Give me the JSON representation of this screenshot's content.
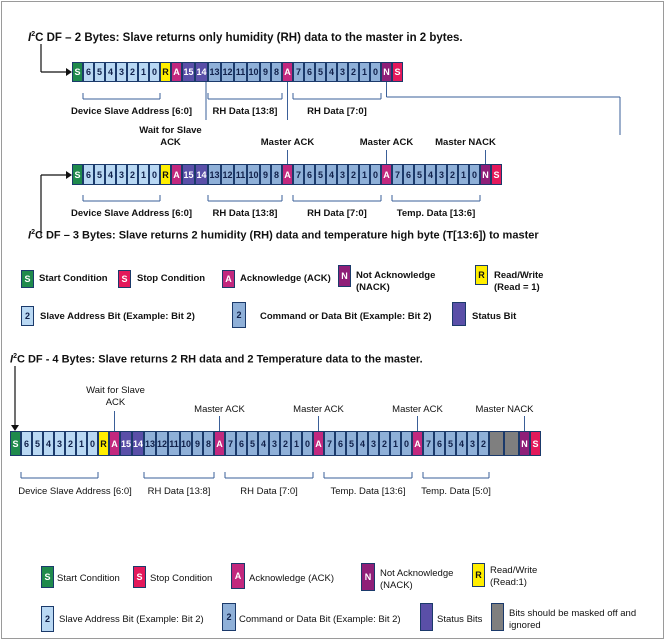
{
  "colors": {
    "start": "#1f8a4c",
    "stop": "#e3195b",
    "ack": "#c2287e",
    "nack": "#8f1f78",
    "rw": "#ffee00",
    "addr": "#b9d8f3",
    "data": "#8fb0d8",
    "status": "#5a4fa8",
    "masked": "#7f7f7f",
    "line": "#3a5f98"
  },
  "titles": {
    "t2": {
      "prefix": "I",
      "sup": "2",
      "rest": "C DF – 2 Bytes: Slave returns only humidity (RH) data to the master in 2 bytes."
    },
    "t3": {
      "prefix": "I",
      "sup": "2",
      "rest": "C DF – 3 Bytes:  Slave returns 2 humidity (RH) data and temperature high byte (T[13:6]) to master"
    },
    "t4": {
      "prefix": "I",
      "sup": "2",
      "rest": "C DF - 4 Bytes: Slave returns  2 RH data and 2 Temperature data to the master."
    }
  },
  "frames": {
    "f2": {
      "cells": [
        {
          "t": "S",
          "k": "start"
        },
        {
          "t": "6",
          "k": "addr"
        },
        {
          "t": "5",
          "k": "addr"
        },
        {
          "t": "4",
          "k": "addr"
        },
        {
          "t": "3",
          "k": "addr"
        },
        {
          "t": "2",
          "k": "addr"
        },
        {
          "t": "1",
          "k": "addr"
        },
        {
          "t": "0",
          "k": "addr"
        },
        {
          "t": "R",
          "k": "rw"
        },
        {
          "t": "A",
          "k": "ack"
        },
        {
          "t": "15",
          "k": "status"
        },
        {
          "t": "14",
          "k": "status"
        },
        {
          "t": "13",
          "k": "data"
        },
        {
          "t": "12",
          "k": "data"
        },
        {
          "t": "11",
          "k": "data"
        },
        {
          "t": "10",
          "k": "data"
        },
        {
          "t": "9",
          "k": "data"
        },
        {
          "t": "8",
          "k": "data"
        },
        {
          "t": "A",
          "k": "ack"
        },
        {
          "t": "7",
          "k": "data"
        },
        {
          "t": "6",
          "k": "data"
        },
        {
          "t": "5",
          "k": "data"
        },
        {
          "t": "4",
          "k": "data"
        },
        {
          "t": "3",
          "k": "data"
        },
        {
          "t": "2",
          "k": "data"
        },
        {
          "t": "1",
          "k": "data"
        },
        {
          "t": "0",
          "k": "data"
        },
        {
          "t": "N",
          "k": "nack"
        },
        {
          "t": "S",
          "k": "stop"
        }
      ],
      "labels": [
        "Device Slave Address [6:0]",
        "RH Data [13:8]",
        "RH Data [7:0]"
      ]
    },
    "f3": {
      "cells": [
        {
          "t": "S",
          "k": "start"
        },
        {
          "t": "6",
          "k": "addr"
        },
        {
          "t": "5",
          "k": "addr"
        },
        {
          "t": "4",
          "k": "addr"
        },
        {
          "t": "3",
          "k": "addr"
        },
        {
          "t": "2",
          "k": "addr"
        },
        {
          "t": "1",
          "k": "addr"
        },
        {
          "t": "0",
          "k": "addr"
        },
        {
          "t": "R",
          "k": "rw"
        },
        {
          "t": "A",
          "k": "ack"
        },
        {
          "t": "15",
          "k": "status"
        },
        {
          "t": "14",
          "k": "status"
        },
        {
          "t": "13",
          "k": "data"
        },
        {
          "t": "12",
          "k": "data"
        },
        {
          "t": "11",
          "k": "data"
        },
        {
          "t": "10",
          "k": "data"
        },
        {
          "t": "9",
          "k": "data"
        },
        {
          "t": "8",
          "k": "data"
        },
        {
          "t": "A",
          "k": "ack"
        },
        {
          "t": "7",
          "k": "data"
        },
        {
          "t": "6",
          "k": "data"
        },
        {
          "t": "5",
          "k": "data"
        },
        {
          "t": "4",
          "k": "data"
        },
        {
          "t": "3",
          "k": "data"
        },
        {
          "t": "2",
          "k": "data"
        },
        {
          "t": "1",
          "k": "data"
        },
        {
          "t": "0",
          "k": "data"
        },
        {
          "t": "A",
          "k": "ack"
        },
        {
          "t": "7",
          "k": "data"
        },
        {
          "t": "6",
          "k": "data"
        },
        {
          "t": "5",
          "k": "data"
        },
        {
          "t": "4",
          "k": "data"
        },
        {
          "t": "3",
          "k": "data"
        },
        {
          "t": "2",
          "k": "data"
        },
        {
          "t": "1",
          "k": "data"
        },
        {
          "t": "0",
          "k": "data"
        },
        {
          "t": "N",
          "k": "nack"
        },
        {
          "t": "S",
          "k": "stop"
        }
      ],
      "top_labels": [
        "Wait for Slave ACK",
        "Master ACK",
        "Master ACK",
        "Master NACK"
      ],
      "labels": [
        "Device Slave Address [6:0]",
        "RH Data [13:8]",
        "RH Data [7:0]",
        "Temp. Data [13:6]"
      ]
    },
    "f4": {
      "cells": [
        {
          "t": "S",
          "k": "start"
        },
        {
          "t": "6",
          "k": "addr"
        },
        {
          "t": "5",
          "k": "addr"
        },
        {
          "t": "4",
          "k": "addr"
        },
        {
          "t": "3",
          "k": "addr"
        },
        {
          "t": "2",
          "k": "addr"
        },
        {
          "t": "1",
          "k": "addr"
        },
        {
          "t": "0",
          "k": "addr"
        },
        {
          "t": "R",
          "k": "rw"
        },
        {
          "t": "A",
          "k": "ack"
        },
        {
          "t": "15",
          "k": "status"
        },
        {
          "t": "14",
          "k": "status"
        },
        {
          "t": "13",
          "k": "data"
        },
        {
          "t": "12",
          "k": "data"
        },
        {
          "t": "11",
          "k": "data"
        },
        {
          "t": "10",
          "k": "data"
        },
        {
          "t": "9",
          "k": "data"
        },
        {
          "t": "8",
          "k": "data"
        },
        {
          "t": "A",
          "k": "ack"
        },
        {
          "t": "7",
          "k": "data"
        },
        {
          "t": "6",
          "k": "data"
        },
        {
          "t": "5",
          "k": "data"
        },
        {
          "t": "4",
          "k": "data"
        },
        {
          "t": "3",
          "k": "data"
        },
        {
          "t": "2",
          "k": "data"
        },
        {
          "t": "1",
          "k": "data"
        },
        {
          "t": "0",
          "k": "data"
        },
        {
          "t": "A",
          "k": "ack"
        },
        {
          "t": "7",
          "k": "data"
        },
        {
          "t": "6",
          "k": "data"
        },
        {
          "t": "5",
          "k": "data"
        },
        {
          "t": "4",
          "k": "data"
        },
        {
          "t": "3",
          "k": "data"
        },
        {
          "t": "2",
          "k": "data"
        },
        {
          "t": "1",
          "k": "data"
        },
        {
          "t": "0",
          "k": "data"
        },
        {
          "t": "A",
          "k": "ack"
        },
        {
          "t": "7",
          "k": "data"
        },
        {
          "t": "6",
          "k": "data"
        },
        {
          "t": "5",
          "k": "data"
        },
        {
          "t": "4",
          "k": "data"
        },
        {
          "t": "3",
          "k": "data"
        },
        {
          "t": "2",
          "k": "data"
        },
        {
          "t": "",
          "k": "masked"
        },
        {
          "t": "",
          "k": "masked"
        },
        {
          "t": "N",
          "k": "nack"
        },
        {
          "t": "S",
          "k": "stop"
        }
      ],
      "top_labels": [
        "Wait for Slave ACK",
        "Master ACK",
        "Master ACK",
        "Master ACK",
        "Master NACK"
      ],
      "labels": [
        "Device Slave Address [6:0]",
        "RH Data [13:8]",
        "RH Data [7:0]",
        "Temp. Data [13:6]",
        "Temp. Data [5:0]"
      ]
    }
  },
  "legend1": [
    {
      "sym": "S",
      "k": "start",
      "text": "Start Condition"
    },
    {
      "sym": "S",
      "k": "stop",
      "text": "Stop Condition"
    },
    {
      "sym": "A",
      "k": "ack",
      "text": "Acknowledge (ACK)"
    },
    {
      "sym": "N",
      "k": "nack",
      "text": "Not Acknowledge (NACK)"
    },
    {
      "sym": "R",
      "k": "rw",
      "text": "Read/Write (Read = 1)"
    },
    {
      "sym": "2",
      "k": "addr",
      "text": "Slave Address Bit (Example: Bit 2)"
    },
    {
      "sym": "2",
      "k": "data",
      "text": "Command or Data Bit (Example: Bit 2)"
    },
    {
      "sym": "",
      "k": "status",
      "text": "Status Bit"
    }
  ],
  "legend2": [
    {
      "sym": "S",
      "k": "start",
      "text": "Start Condition"
    },
    {
      "sym": "S",
      "k": "stop",
      "text": "Stop Condition"
    },
    {
      "sym": "A",
      "k": "ack",
      "text": "Acknowledge (ACK)"
    },
    {
      "sym": "N",
      "k": "nack",
      "text": "Not Acknowledge (NACK)"
    },
    {
      "sym": "R",
      "k": "rw",
      "text": "Read/Write (Read:1)"
    },
    {
      "sym": "2",
      "k": "addr",
      "text": "Slave Address Bit (Example: Bit 2)"
    },
    {
      "sym": "2",
      "k": "data",
      "text": "Command or Data Bit (Example: Bit 2)"
    },
    {
      "sym": "",
      "k": "status",
      "text": "Status Bits"
    },
    {
      "sym": "",
      "k": "masked",
      "text": "Bits should be masked off and ignored"
    }
  ]
}
